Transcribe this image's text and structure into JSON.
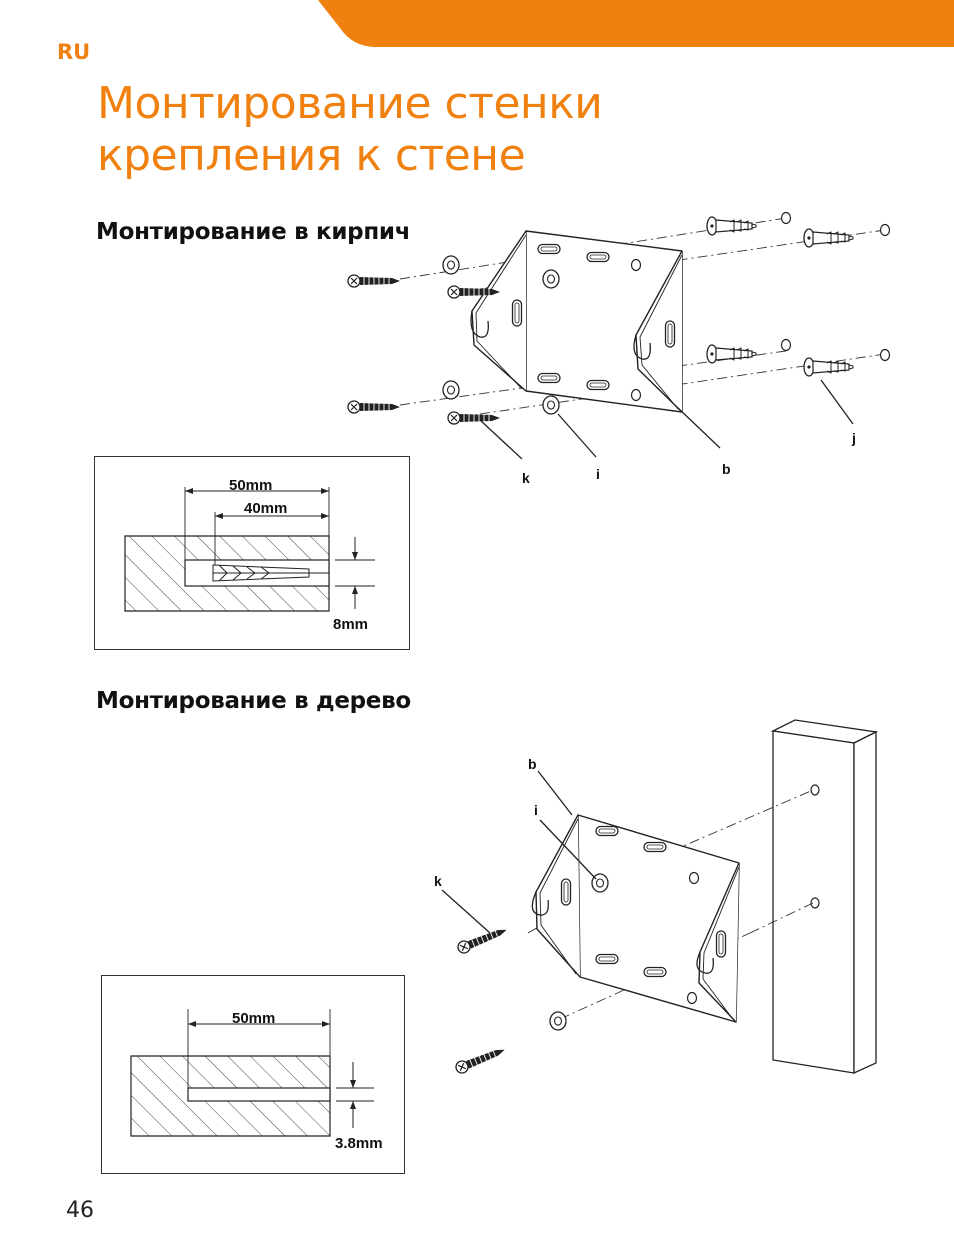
{
  "header": {
    "lang": "RU"
  },
  "title": {
    "line1": "Монтирование стенки",
    "line2": "крепления к стене"
  },
  "sections": {
    "brick": {
      "heading": "Монтирование в кирпич"
    },
    "wood": {
      "heading": "Монтирование в дерево"
    }
  },
  "brick_diagram": {
    "labels": {
      "k": "k",
      "i": "i",
      "b": "b",
      "j": "j"
    }
  },
  "brick_detail": {
    "dim_outer": "50mm",
    "dim_inner": "40mm",
    "dim_diameter": "8mm"
  },
  "wood_diagram": {
    "labels": {
      "b": "b",
      "i": "i",
      "k": "k"
    }
  },
  "wood_detail": {
    "dim_depth": "50mm",
    "dim_diameter": "3.8mm"
  },
  "footer": {
    "page_number": "46"
  },
  "colors": {
    "accent": "#f08010"
  }
}
